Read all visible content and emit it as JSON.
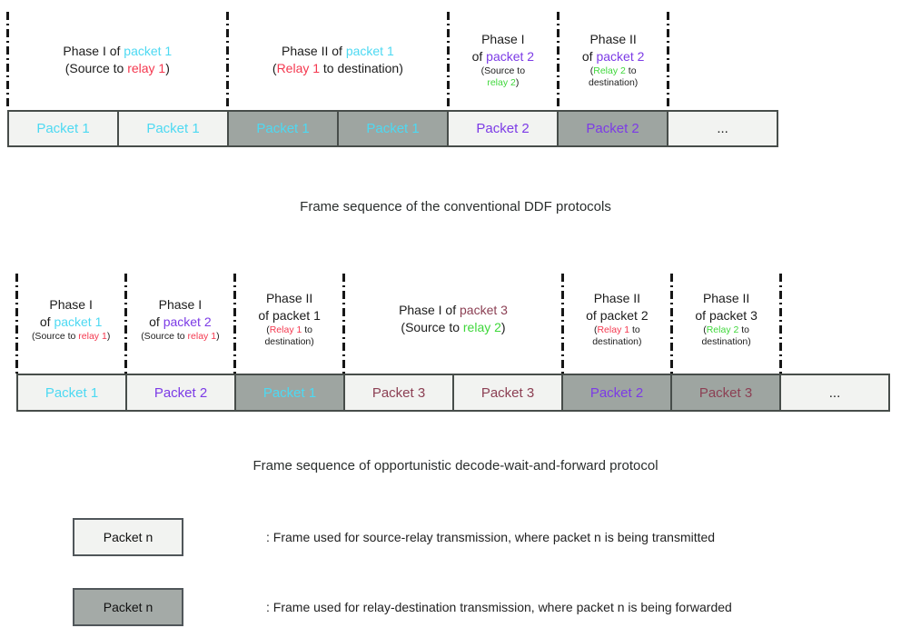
{
  "colors": {
    "black": "#1c1c1c",
    "cyan": "#4dd9f2",
    "purple": "#7c3be6",
    "maroon": "#8c4054",
    "red": "#f4384f",
    "green": "#3fd73b",
    "light_bg": "#f2f3f1",
    "gray_bg": "#9ea5a1",
    "border": "#474d4a"
  },
  "diagram1": {
    "caption": "Frame sequence of the conventional DDF protocols",
    "phases": [
      {
        "span": 2,
        "lines": [
          {
            "small": false,
            "parts": [
              {
                "t": "Phase I of ",
                "c": "black"
              },
              {
                "t": "packet 1",
                "c": "cyan"
              }
            ]
          },
          {
            "small": false,
            "parts": [
              {
                "t": "(Source to ",
                "c": "black"
              },
              {
                "t": "relay 1",
                "c": "red"
              },
              {
                "t": ")",
                "c": "black"
              }
            ]
          }
        ]
      },
      {
        "span": 2,
        "lines": [
          {
            "small": false,
            "parts": [
              {
                "t": "Phase II of ",
                "c": "black"
              },
              {
                "t": "packet 1",
                "c": "cyan"
              }
            ]
          },
          {
            "small": false,
            "parts": [
              {
                "t": "(",
                "c": "black"
              },
              {
                "t": "Relay 1",
                "c": "red"
              },
              {
                "t": " to destination)",
                "c": "black"
              }
            ]
          }
        ]
      },
      {
        "span": 1,
        "lines": [
          {
            "small": false,
            "parts": [
              {
                "t": "Phase I",
                "c": "black"
              }
            ]
          },
          {
            "small": false,
            "parts": [
              {
                "t": "of ",
                "c": "black"
              },
              {
                "t": "packet 2",
                "c": "purple"
              }
            ]
          },
          {
            "small": true,
            "parts": [
              {
                "t": "(Source to",
                "c": "black"
              }
            ]
          },
          {
            "small": true,
            "parts": [
              {
                "t": "relay 2",
                "c": "green"
              },
              {
                "t": ")",
                "c": "black"
              }
            ]
          }
        ]
      },
      {
        "span": 1,
        "lines": [
          {
            "small": false,
            "parts": [
              {
                "t": "Phase II",
                "c": "black"
              }
            ]
          },
          {
            "small": false,
            "parts": [
              {
                "t": "of ",
                "c": "black"
              },
              {
                "t": "packet 2",
                "c": "purple"
              }
            ]
          },
          {
            "small": true,
            "parts": [
              {
                "t": "(",
                "c": "black"
              },
              {
                "t": "Relay 2",
                "c": "green"
              },
              {
                "t": " to",
                "c": "black"
              }
            ]
          },
          {
            "small": true,
            "parts": [
              {
                "t": "destination)",
                "c": "black"
              }
            ]
          }
        ]
      }
    ],
    "frames": [
      {
        "label": "Packet 1",
        "color": "cyan",
        "bg": "light"
      },
      {
        "label": "Packet 1",
        "color": "cyan",
        "bg": "light"
      },
      {
        "label": "Packet 1",
        "color": "cyan",
        "bg": "gray"
      },
      {
        "label": "Packet 1",
        "color": "cyan",
        "bg": "gray"
      },
      {
        "label": "Packet 2",
        "color": "purple",
        "bg": "light"
      },
      {
        "label": "Packet 2",
        "color": "purple",
        "bg": "gray"
      },
      {
        "label": "...",
        "color": "black",
        "bg": "light"
      }
    ]
  },
  "diagram2": {
    "caption": "Frame sequence of opportunistic decode-wait-and-forward protocol",
    "phases": [
      {
        "span": 1,
        "lines": [
          {
            "small": false,
            "parts": [
              {
                "t": "Phase I",
                "c": "black"
              }
            ]
          },
          {
            "small": false,
            "parts": [
              {
                "t": "of ",
                "c": "black"
              },
              {
                "t": "packet 1",
                "c": "cyan"
              }
            ]
          },
          {
            "small": true,
            "parts": [
              {
                "t": "(Source to ",
                "c": "black"
              },
              {
                "t": "relay 1",
                "c": "red"
              },
              {
                "t": ")",
                "c": "black"
              }
            ]
          }
        ]
      },
      {
        "span": 1,
        "lines": [
          {
            "small": false,
            "parts": [
              {
                "t": "Phase I",
                "c": "black"
              }
            ]
          },
          {
            "small": false,
            "parts": [
              {
                "t": "of ",
                "c": "black"
              },
              {
                "t": "packet 2",
                "c": "purple"
              }
            ]
          },
          {
            "small": true,
            "parts": [
              {
                "t": "(Source to ",
                "c": "black"
              },
              {
                "t": "relay 1",
                "c": "red"
              },
              {
                "t": ")",
                "c": "black"
              }
            ]
          }
        ]
      },
      {
        "span": 1,
        "lines": [
          {
            "small": false,
            "parts": [
              {
                "t": "Phase II",
                "c": "black"
              }
            ]
          },
          {
            "small": false,
            "parts": [
              {
                "t": "of packet 1",
                "c": "black"
              }
            ]
          },
          {
            "small": true,
            "parts": [
              {
                "t": "(",
                "c": "black"
              },
              {
                "t": "Relay 1",
                "c": "red"
              },
              {
                "t": " to",
                "c": "black"
              }
            ]
          },
          {
            "small": true,
            "parts": [
              {
                "t": "destination)",
                "c": "black"
              }
            ]
          }
        ]
      },
      {
        "span": 2,
        "lines": [
          {
            "small": false,
            "parts": [
              {
                "t": "Phase I of ",
                "c": "black"
              },
              {
                "t": "packet 3",
                "c": "maroon"
              }
            ]
          },
          {
            "small": false,
            "parts": [
              {
                "t": "(Source to ",
                "c": "black"
              },
              {
                "t": "relay 2",
                "c": "green"
              },
              {
                "t": ")",
                "c": "black"
              }
            ]
          }
        ]
      },
      {
        "span": 1,
        "lines": [
          {
            "small": false,
            "parts": [
              {
                "t": "Phase II",
                "c": "black"
              }
            ]
          },
          {
            "small": false,
            "parts": [
              {
                "t": "of packet 2",
                "c": "black"
              }
            ]
          },
          {
            "small": true,
            "parts": [
              {
                "t": "(",
                "c": "black"
              },
              {
                "t": "Relay 1",
                "c": "red"
              },
              {
                "t": " to",
                "c": "black"
              }
            ]
          },
          {
            "small": true,
            "parts": [
              {
                "t": "destination)",
                "c": "black"
              }
            ]
          }
        ]
      },
      {
        "span": 1,
        "lines": [
          {
            "small": false,
            "parts": [
              {
                "t": "Phase II",
                "c": "black"
              }
            ]
          },
          {
            "small": false,
            "parts": [
              {
                "t": "of packet 3",
                "c": "black"
              }
            ]
          },
          {
            "small": true,
            "parts": [
              {
                "t": "(",
                "c": "black"
              },
              {
                "t": "Relay 2",
                "c": "green"
              },
              {
                "t": " to",
                "c": "black"
              }
            ]
          },
          {
            "small": true,
            "parts": [
              {
                "t": "destination)",
                "c": "black"
              }
            ]
          }
        ]
      }
    ],
    "frames": [
      {
        "label": "Packet 1",
        "color": "cyan",
        "bg": "light"
      },
      {
        "label": "Packet 2",
        "color": "purple",
        "bg": "light"
      },
      {
        "label": "Packet 1",
        "color": "cyan",
        "bg": "gray"
      },
      {
        "label": "Packet 3",
        "color": "maroon",
        "bg": "light"
      },
      {
        "label": "Packet 3",
        "color": "maroon",
        "bg": "light"
      },
      {
        "label": "Packet 2",
        "color": "purple",
        "bg": "gray"
      },
      {
        "label": "Packet 3",
        "color": "maroon",
        "bg": "gray"
      },
      {
        "label": "...",
        "color": "black",
        "bg": "light"
      }
    ]
  },
  "legend": {
    "items": [
      {
        "box_label": "Packet n",
        "bg": "light",
        "description": ": Frame used for source-relay transmission, where packet n is being transmitted"
      },
      {
        "box_label": "Packet n",
        "bg": "gray",
        "description": ": Frame used for relay-destination transmission, where packet n is being forwarded"
      }
    ]
  }
}
